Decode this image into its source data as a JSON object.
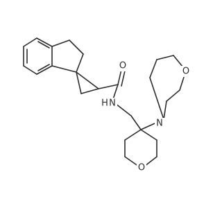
{
  "structure": {
    "atoms": {
      "oxygen_carbonyl": "O",
      "nitrogen_amide": "N",
      "hydrogen_amide": "H",
      "nitrogen_morpholine": "N",
      "oxygen_morpholine": "O",
      "oxygen_oxane": "O"
    }
  }
}
